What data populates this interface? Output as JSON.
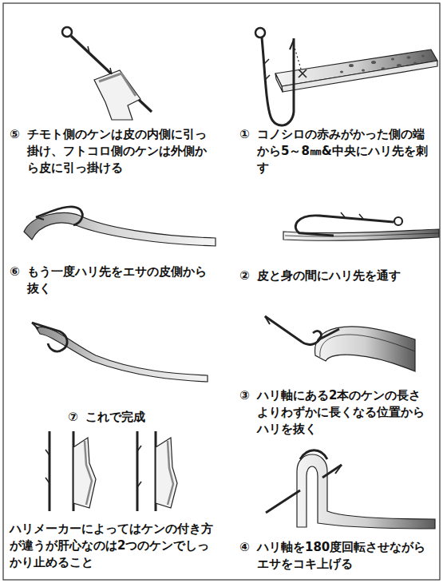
{
  "diagram": {
    "labels": [
      "①",
      "コノシロの赤みがかった側の端から5～8㎜&中央にハリ先を刺す",
      "②",
      "皮と身の間にハリ先を通す",
      "③",
      "ハリ軸にある2本のケンの長さよりわずかに長くなる位置からハリを抜く",
      "④",
      "ハリ軸を180度回転させながらエサをコキ上げる",
      "⑤",
      "チモト側のケンは皮の内側に引っ掛け、フトコロ側のケンは外側から皮に引っ掛ける",
      "⑥",
      "もう一度ハリ先をエサの皮側から抜く",
      "⑦",
      "これで完成",
      "ハリメーカーによってはケンの付き方が違うが肝心なのは2つのケンでしっかり止めること"
    ]
  }
}
